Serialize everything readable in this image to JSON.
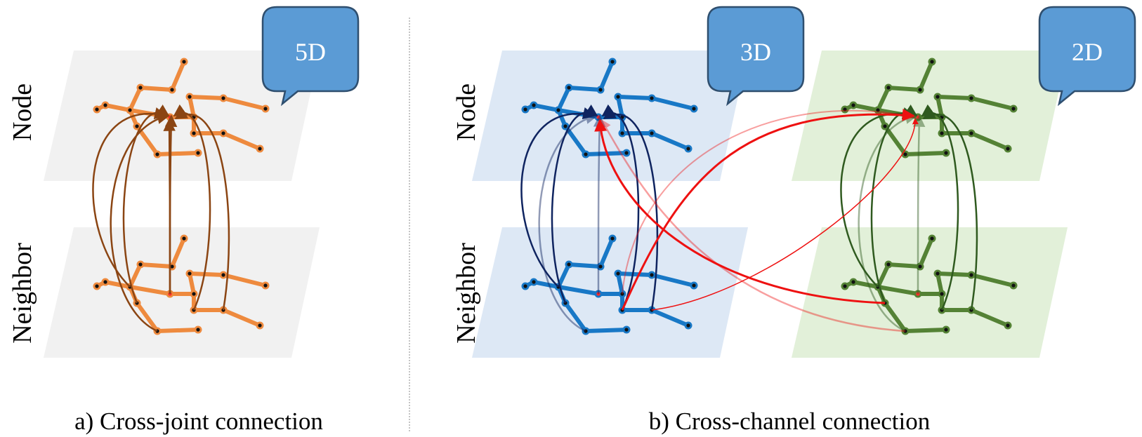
{
  "labels": {
    "node": "Node",
    "neighbor": "Neighbor"
  },
  "panels": [
    {
      "id": "a",
      "caption": "a) Cross-joint connection",
      "callout": "5D"
    },
    {
      "id": "b",
      "caption": "b) Cross-channel connection",
      "callouts": [
        "3D",
        "2D"
      ]
    }
  ],
  "colors": {
    "plane_gray": "#f1f1f1",
    "plane_blue": "#dde8f5",
    "plane_green": "#e2f0d9",
    "skeleton_orange": "#ee8a3e",
    "arrow_brown": "#8b4513",
    "skeleton_blue": "#1878c6",
    "arrow_navy": "#0f2460",
    "skeleton_green": "#548235",
    "arrow_dark_green": "#2f5a1f",
    "cross_red": "#ee1111",
    "callout_fill": "#5b9bd5",
    "callout_stroke": "#2f4f6f"
  },
  "icons": [
    "speech-bubble-callout",
    "joint-dot",
    "arrow-head"
  ]
}
